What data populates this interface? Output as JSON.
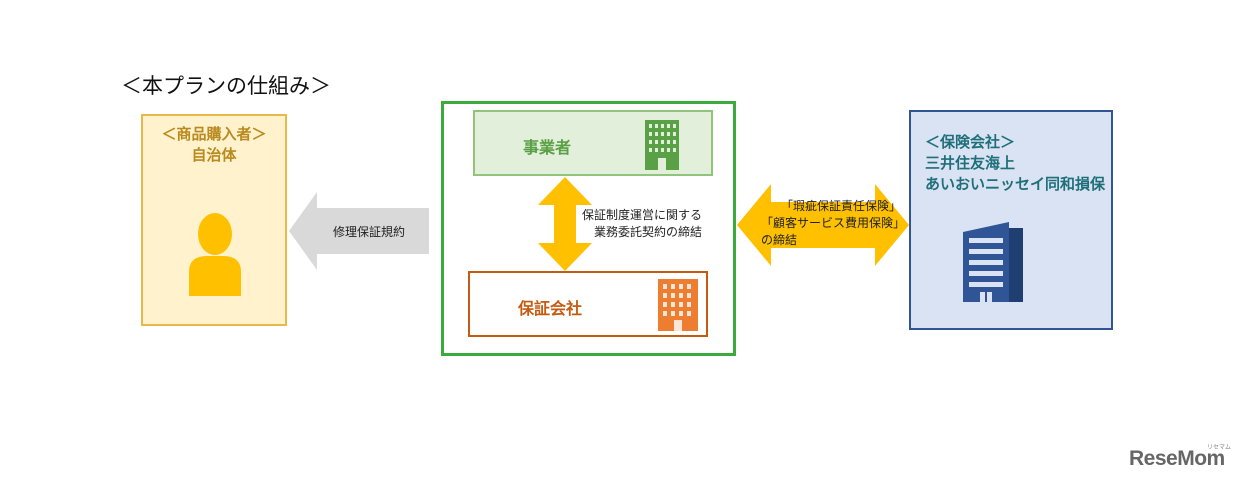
{
  "title": "＜本プランの仕組み＞",
  "buyer": {
    "line1": "＜商品購入者＞",
    "line2": "自治体",
    "icon": "person-icon"
  },
  "arrow_left": {
    "label": "修理保証規約"
  },
  "business": {
    "label": "事業者",
    "icon": "building-icon"
  },
  "vertical_arrow": {
    "line1": "保証制度運営に関する",
    "line2": "業務委託契約の締結"
  },
  "guarantor": {
    "label": "保証会社",
    "icon": "building-icon"
  },
  "double_arrow": {
    "line1": "「瑕疵保証責任保険」",
    "line2": "「顧客サービス費用保険」",
    "line3": "の締結"
  },
  "insurer": {
    "line1": "＜保険会社＞",
    "line2": "三井住友海上",
    "line3": "あいおいニッセイ同和損保",
    "icon": "building-icon"
  },
  "watermark": {
    "text": "ReseMom",
    "sub": "リセマム"
  },
  "colors": {
    "green": "#3daa3d",
    "orange": "#c55a11",
    "gold": "#ffc000",
    "navy": "#2f5597"
  }
}
